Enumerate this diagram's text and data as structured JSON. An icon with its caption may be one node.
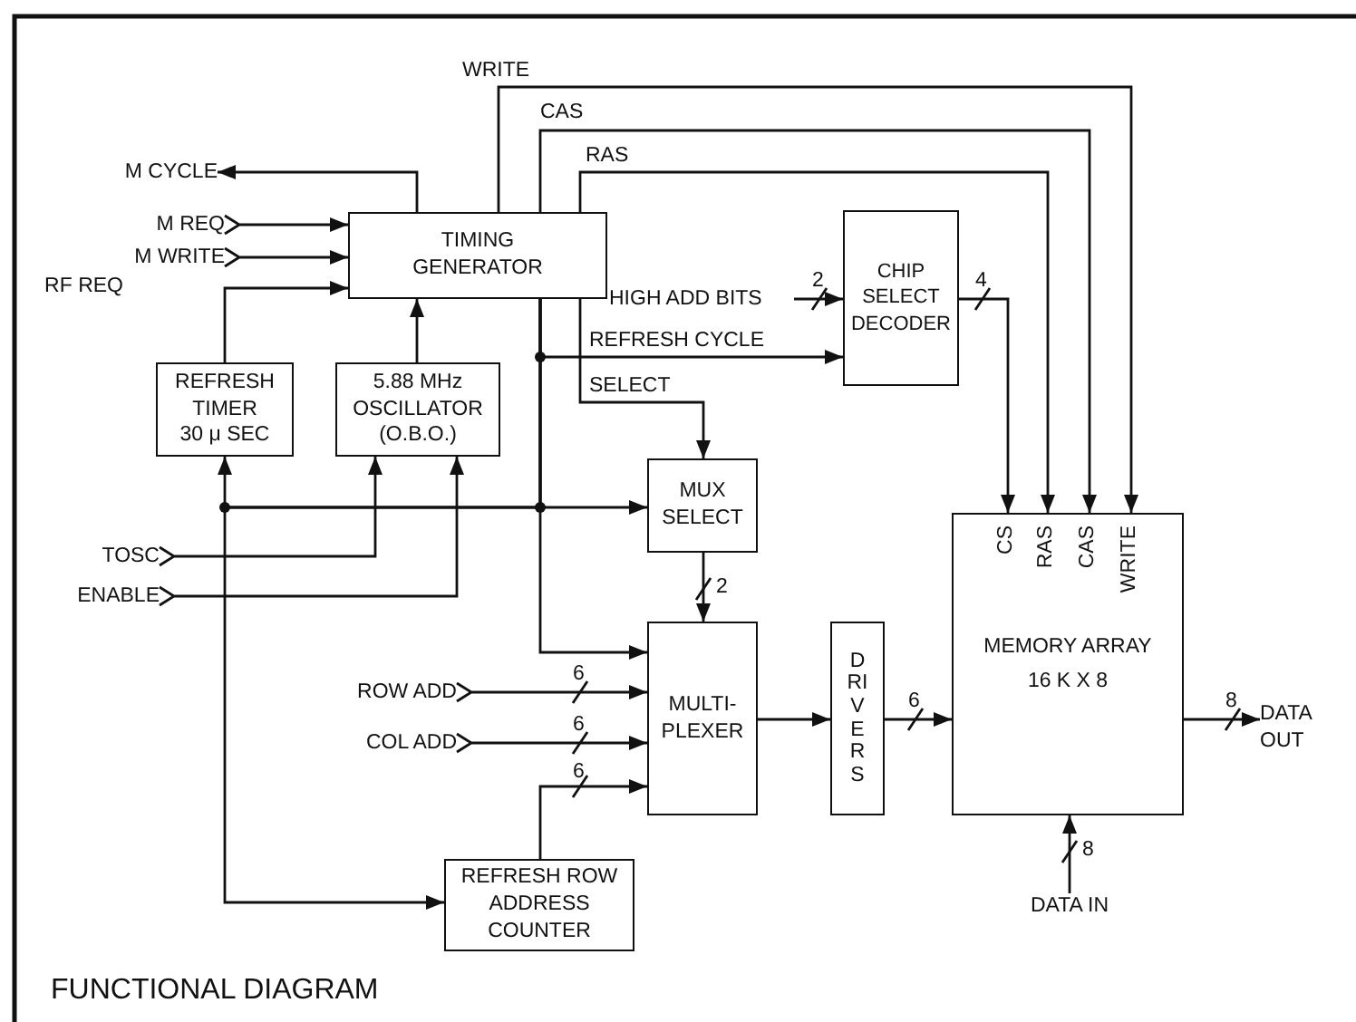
{
  "diagram": {
    "caption": "FUNCTIONAL DIAGRAM",
    "nodes": [
      {
        "text": [
          "M CYCLE"
        ]
      },
      {
        "text": [
          "M REQ"
        ]
      },
      {
        "text": [
          "M WRITE"
        ]
      },
      {
        "text": [
          "TIMING GENERATOR"
        ]
      },
      {
        "text": [
          "HIGH ADD BITS"
        ]
      },
      {
        "text": [
          "CHIP SELECT DECODER"
        ]
      },
      {
        "text": [
          "REFRESH TIMER",
          "30 μ SEC"
        ]
      },
      {
        "text": [
          "5.88 MHz OSCILLATOR (O.B.O.)"
        ]
      },
      {
        "text": [
          "MUX SELECT"
        ]
      },
      {
        "text": [
          "TOSC"
        ]
      },
      {
        "text": [
          "ENABLE"
        ]
      },
      {
        "text": [
          "ROW ADD"
        ]
      },
      {
        "text": [
          "MULTI- PLEXER"
        ]
      },
      {
        "text": [
          "DRIVERS"
        ]
      },
      {
        "text": [
          "CS",
          "RAS",
          "CAS",
          "WRITE",
          "MEMORY ARRAY",
          "16 K X 8"
        ]
      },
      {
        "text": [
          "COL ADD"
        ]
      },
      {
        "text": [
          "DATA OUT"
        ]
      },
      {
        "text": [
          "DATA IN"
        ]
      },
      {
        "text": [
          "REFRESH ROW ADDRESS COUNTER"
        ]
      }
    ],
    "edges": [
      {
        "from": 3,
        "to": 0,
        "arrow": "to"
      },
      {
        "from": 1,
        "to": 3,
        "arrow": "to"
      },
      {
        "from": 2,
        "to": 3,
        "arrow": "to"
      },
      {
        "from": 6,
        "to": 3,
        "arrow": "to",
        "label": "RF REQ"
      },
      {
        "from": 7,
        "to": 3,
        "arrow": "to"
      },
      {
        "from": 9,
        "to": 7,
        "arrow": "to"
      },
      {
        "from": 10,
        "to": 7,
        "arrow": "to"
      },
      {
        "from": 3,
        "to": 14,
        "arrow": "to",
        "label": "WRITE"
      },
      {
        "from": 3,
        "to": 14,
        "arrow": "to",
        "label": "CAS"
      },
      {
        "from": 3,
        "to": 14,
        "arrow": "to",
        "label": "RAS"
      },
      {
        "from": 4,
        "to": 5,
        "arrow": "to"
      },
      {
        "from": 3,
        "to": 5,
        "arrow": "to",
        "label": "REFRESH CYCLE"
      },
      {
        "from": 3,
        "to": 8,
        "arrow": "to",
        "label": "SELECT"
      },
      {
        "from": 3,
        "to": 8,
        "arrow": "to"
      },
      {
        "from": 3,
        "to": 6,
        "arrow": "to"
      },
      {
        "from": 3,
        "to": 18,
        "arrow": "to"
      },
      {
        "from": 3,
        "to": 12,
        "arrow": "to"
      },
      {
        "from": 5,
        "to": 14,
        "arrow": "to"
      },
      {
        "from": 8,
        "to": 12,
        "arrow": "to"
      },
      {
        "from": 11,
        "to": 12,
        "arrow": "to"
      },
      {
        "from": 15,
        "to": 12,
        "arrow": "to"
      },
      {
        "from": 18,
        "to": 12,
        "arrow": "to"
      },
      {
        "from": 12,
        "to": 13,
        "arrow": "to"
      },
      {
        "from": 13,
        "to": 14,
        "arrow": "to"
      },
      {
        "from": 14,
        "to": 16,
        "arrow": "to"
      },
      {
        "from": 17,
        "to": 14,
        "arrow": "to"
      }
    ],
    "labels": [
      "2",
      "4",
      "2",
      "6",
      "6",
      "6",
      "6",
      "8",
      "8"
    ]
  }
}
